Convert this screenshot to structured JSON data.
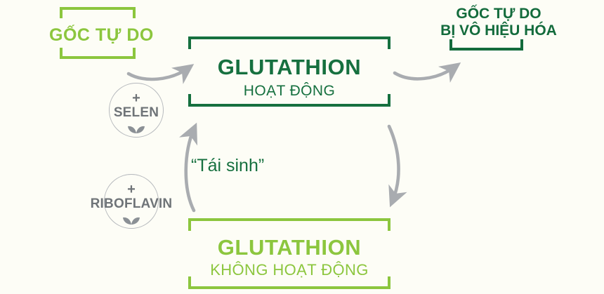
{
  "diagram": {
    "title": "Glutathione regeneration cycle",
    "background_color": "#fdfdf6",
    "colors": {
      "dark_green": "#16703f",
      "light_green": "#8cc63e",
      "gray": "#a9acb0",
      "badge_gray": "#6f7478"
    }
  },
  "labels": {
    "free_radical_left": "GỐC TỰ DO",
    "free_radical_right_line1": "GỐC TỰ DO",
    "free_radical_right_line2": "BỊ VÔ HIỆU HÓA",
    "active_glutathione_title": "GLUTATHION",
    "active_glutathione_sub": "HOẠT ĐỘNG",
    "inactive_glutathione_title": "GLUTATHION",
    "inactive_glutathione_sub": "KHÔNG HOẠT ĐỘNG",
    "regeneration": "“Tái sinh”"
  },
  "badges": [
    {
      "plus": "+",
      "name": "SELEN",
      "leaf_icon": "leaf-icon"
    },
    {
      "plus": "+",
      "name": "RIBOFLAVIN",
      "leaf_icon": "leaf-icon"
    }
  ],
  "arrows": [
    {
      "name": "arrow-free-radical-in",
      "direction": "right-up"
    },
    {
      "name": "arrow-neutralized-out",
      "direction": "right-up"
    },
    {
      "name": "arrow-oxidation-down",
      "direction": "down"
    },
    {
      "name": "arrow-regeneration-up",
      "direction": "up"
    }
  ]
}
